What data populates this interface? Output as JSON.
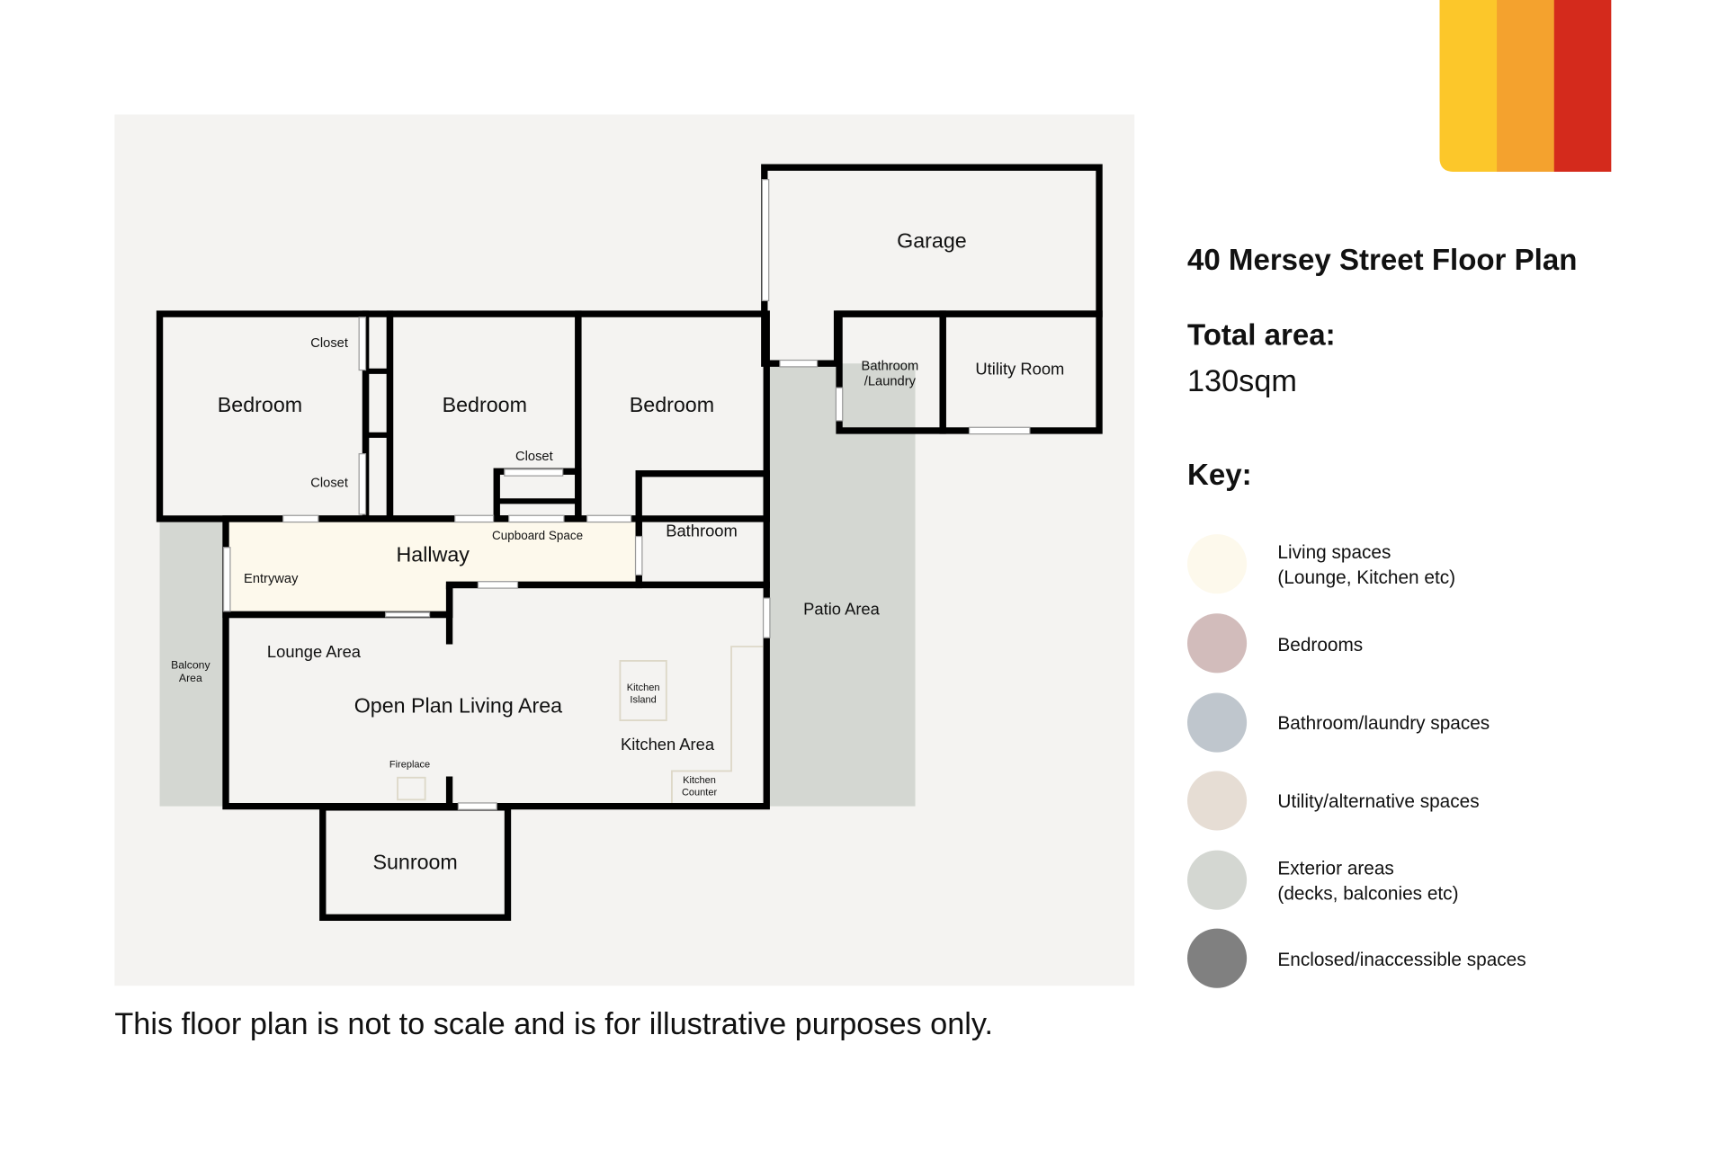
{
  "title": "40 Mersey Street Floor Plan",
  "total_area_label": "Total area:",
  "total_area_value": "130sqm",
  "key_label": "Key:",
  "disclaimer": "This floor plan is not to scale and is for illustrative purposes only.",
  "colors": {
    "living": "#fdf9ec",
    "bedroom": "#d2bcbb",
    "bathroom": "#bfc6cd",
    "utility": "#e6ddd4",
    "exterior": "#d4d7d2",
    "enclosed": "#808080",
    "background": "#f4f3f1",
    "logo": [
      "#fcc72a",
      "#f4a22e",
      "#d42a1c"
    ]
  },
  "legend": [
    {
      "line1": "Living spaces",
      "line2": "(Lounge, Kitchen etc)",
      "color": "#fdf9ec"
    },
    {
      "line1": "Bedrooms",
      "line2": "",
      "color": "#d2bcbb"
    },
    {
      "line1": "Bathroom/laundry spaces",
      "line2": "",
      "color": "#bfc6cd"
    },
    {
      "line1": "Utility/alternative spaces",
      "line2": "",
      "color": "#e6ddd4"
    },
    {
      "line1": "Exterior areas",
      "line2": "(decks, balconies etc)",
      "color": "#d4d7d2"
    },
    {
      "line1": "Enclosed/inaccessible spaces",
      "line2": "",
      "color": "#808080"
    }
  ],
  "rooms": {
    "garage": "Garage",
    "bedroom1": "Bedroom",
    "bedroom2": "Bedroom",
    "bedroom3": "Bedroom",
    "closet1": "Closet",
    "closet2": "Closet",
    "closet3": "Closet",
    "cupboard": "Cupboard Space",
    "hallway": "Hallway",
    "entryway": "Entryway",
    "bathroom": "Bathroom",
    "bathroom_laundry_1": "Bathroom",
    "bathroom_laundry_2": "/Laundry",
    "utility": "Utility Room",
    "patio": "Patio Area",
    "balcony_1": "Balcony",
    "balcony_2": "Area",
    "lounge": "Lounge Area",
    "living": "Open Plan Living Area",
    "kitchen_island_1": "Kitchen",
    "kitchen_island_2": "Island",
    "kitchen_area": "Kitchen Area",
    "fireplace": "Fireplace",
    "kitchen_counter_1": "Kitchen",
    "kitchen_counter_2": "Counter",
    "sunroom": "Sunroom"
  }
}
